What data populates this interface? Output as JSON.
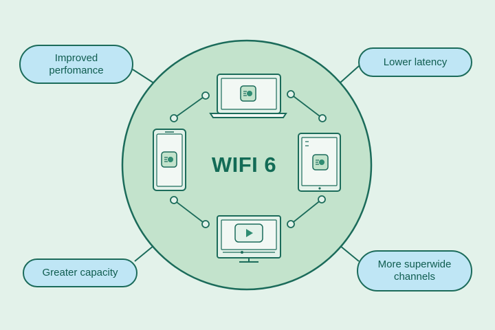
{
  "center": {
    "label": "WIFI 6"
  },
  "features": {
    "top_left": "Improved\nperfomance",
    "top_right": "Lower latency",
    "bottom_left": "Greater capacity",
    "bottom_right": "More superwide\nchannels"
  },
  "devices": [
    "laptop-icon",
    "smartphone-icon",
    "tablet-icon",
    "monitor-icon"
  ],
  "colors": {
    "background": "#e3f2ea",
    "circle_fill": "#c3e3cc",
    "stroke": "#1b6b5a",
    "pill_fill": "#bfe6f5",
    "text": "#136b56"
  }
}
